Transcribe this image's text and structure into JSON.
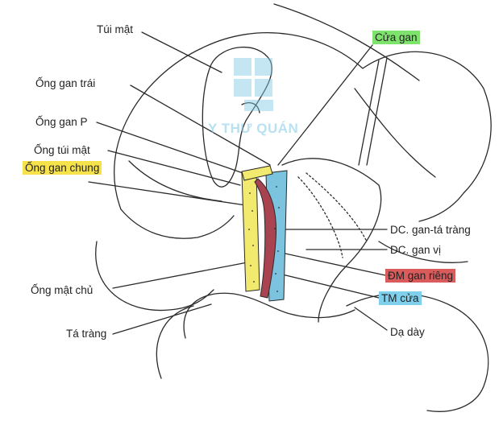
{
  "labels": {
    "tui_mat": "Túi mật",
    "cua_gan": "Cửa gan",
    "ong_gan_trai": "Ống gan trái",
    "ong_gan_p": "Ống gan P",
    "ong_tui_mat": "Ống túi mật",
    "ong_gan_chung": "Ống gan chung",
    "dc_gan_ta_trang": "DC. gan-tá tràng",
    "dc_gan_vi": "DC. gan vị",
    "dm_gan_rieng": "ĐM gan riêng",
    "tm_cua": "TM cửa",
    "ong_mat_chu": "Ống mật chủ",
    "ta_trang": "Tá tràng",
    "da_day": "Dạ dày"
  },
  "watermark": {
    "text": "Y THƯ QUÁN"
  },
  "colors": {
    "bile_duct": "#f2ea6e",
    "highlight_green": "#7ee36c",
    "highlight_yellow": "#f6e24a",
    "highlight_red": "#d95b5b",
    "highlight_blue": "#7fd0ec",
    "artery": "#a8434f",
    "portal_vein": "#7cc3df",
    "watermark": "#7ec9e6",
    "line": "#2a2a2a"
  }
}
